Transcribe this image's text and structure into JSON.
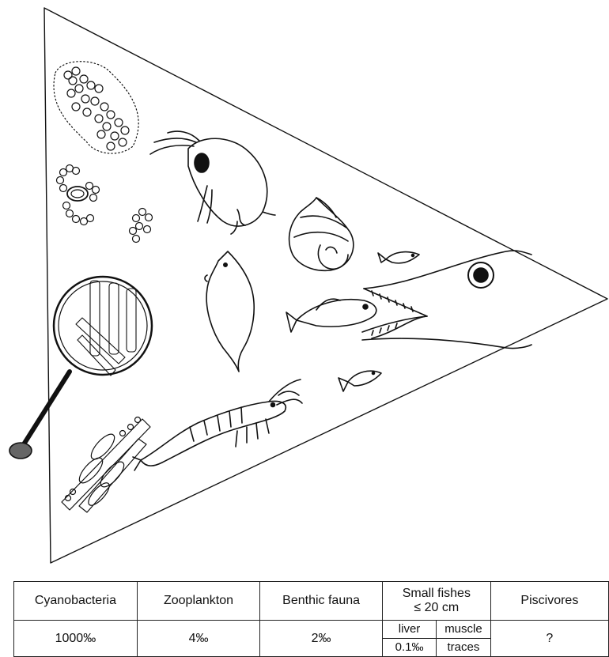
{
  "table": {
    "headers": {
      "cyanobacteria": "Cyanobacteria",
      "zooplankton": "Zooplankton",
      "benthic_fauna": "Benthic fauna",
      "small_fishes_line1": "Small fishes",
      "small_fishes_line2": "≤ 20 cm",
      "piscivores": "Piscivores"
    },
    "values": {
      "cyanobacteria": "1000‰",
      "zooplankton": "4‰",
      "benthic_fauna": "2‰",
      "liver_label": "liver",
      "muscle_label": "muscle",
      "liver_value": "0.1‰",
      "muscle_value": "traces",
      "piscivores": "?"
    }
  },
  "icons": [
    "cyanobacteria-colony-icon",
    "magnifier-icon",
    "filament-icon",
    "daphnia-icon",
    "rotifer-icon",
    "snail-icon",
    "shrimp-icon",
    "small-fish-icon",
    "pike-icon"
  ]
}
